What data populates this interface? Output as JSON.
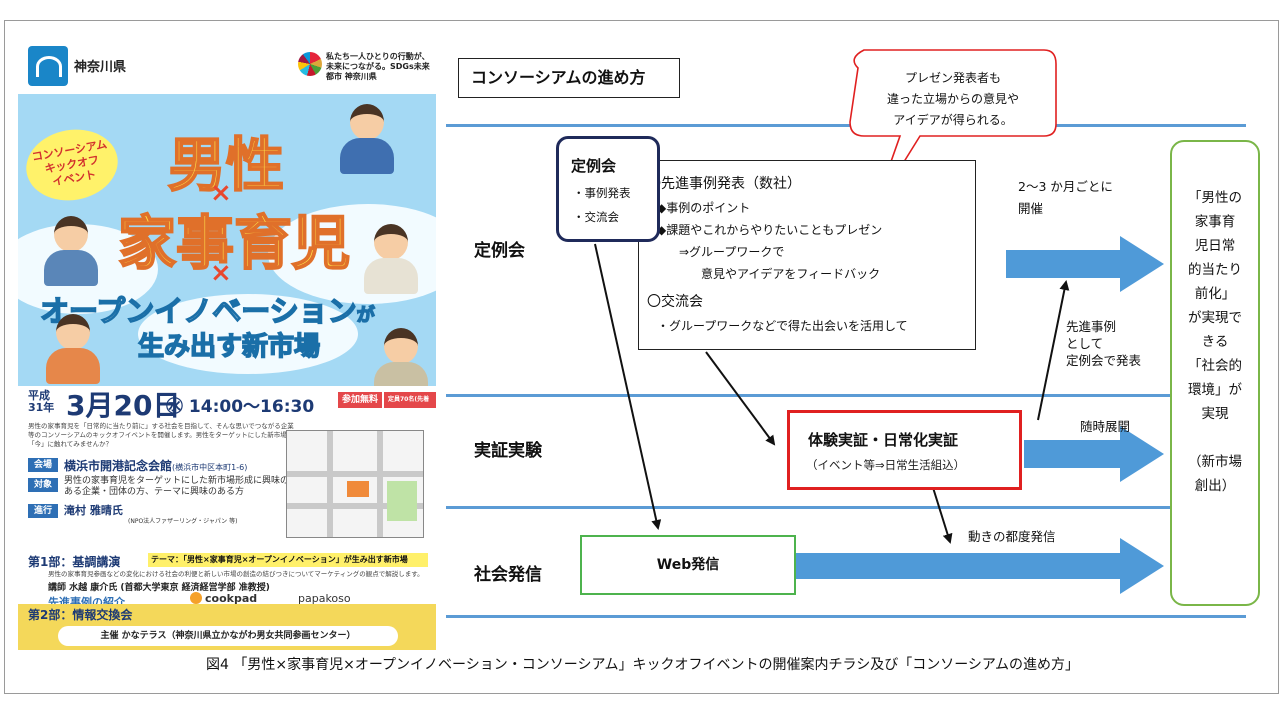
{
  "flyer": {
    "pref_name": "神奈川県",
    "sdgs_text": "私たち一人ひとりの行動が、未来につながる。SDGs未来都市 神奈川県",
    "kickoff": [
      "コンソーシアム",
      "キックオフ",
      "イベント"
    ],
    "title_line1": "男性",
    "title_times": "×",
    "title_line2": "家事育児",
    "title_line3a": "オープンイノベーション",
    "title_line3b": "が",
    "title_line4": "生み出す新市場",
    "date_era": "平成 31年",
    "date_main": "3月20日",
    "date_time": "㊌ 14:00〜16:30",
    "badge_free": "参加無料",
    "badge_cap": "定員70名(先着順)",
    "intro": "男性の家事育児を「日常的に当たり前に」する社会を目指して、そんな思いでつながる企業等のコンソーシアムのキックオフイベントを開催します。男性をターゲットにした新市場の「今」に触れてみませんか？",
    "venue_tag": "会場",
    "venue": "横浜市開港記念会館",
    "venue_sub": "(横浜市中区本町1-6)",
    "target_tag": "対象",
    "target": "男性の家事育児をターゲットにした新市場形成に興味のある企業・団体の方、テーマに興味のある方",
    "mc_tag": "進行",
    "mc": "滝村 雅晴氏",
    "mc_sub": "(NPO法人ファザーリング・ジャパン 等)",
    "part1_label": "第1部：基調講演",
    "part1_theme": "テーマ：「男性×家事育児×オープンイノベーション」が生み出す新市場",
    "part1_desc": "男性の家事育児参画などの変化における社会の利便と新しい市場の創造の結びつきについてマーケティングの観点で解説します。",
    "speaker": "講師 水越 康介氏 (首都大学東京 経済経営学部 准教授)",
    "cases_label": "先進事例の紹介",
    "case1": "cookpad",
    "case2": "papakoso",
    "part2_label": "第2部：情報交換会",
    "organizer": "主催 かなテラス（神奈川県立かながわ男女共同参画センター）"
  },
  "diagram": {
    "title": "コンソーシアムの進め方",
    "bubble": [
      "プレゼン発表者も",
      "違った立場からの意見や",
      "アイデアが得られる。"
    ],
    "rows": {
      "teirei": "定例会",
      "jissho": "実証実験",
      "shakai": "社会発信"
    },
    "teirei_box": {
      "title": "定例会",
      "items": [
        "・事例発表",
        "・交流会"
      ]
    },
    "content": {
      "h1": "〇先進事例発表（数社）",
      "b1": "◆事例のポイント",
      "b2": "◆課題やこれからやりたいこともプレゼン",
      "b3": "⇒グループワークで",
      "b4": "意見やアイデアをフィードバック",
      "h2": "〇交流会",
      "b5": "・グループワークなどで得た出会いを活用して"
    },
    "freq": [
      "2〜3 か月ごとに",
      "開催"
    ],
    "case_note": [
      "先進事例",
      "として",
      "定例会で発表"
    ],
    "expand_note": "随時展開",
    "experiment": {
      "title": "体験実証・日常化実証",
      "sub": "（イベント等⇒日常生活組込）"
    },
    "dispatch_note": "動きの都度発信",
    "web": "Web発信",
    "goal": [
      "「男性の",
      "家事育",
      "児日常",
      "的当たり",
      "前化」",
      "が実現で",
      "きる",
      "「社会的",
      "環境」が",
      "実現",
      "",
      "（新市場",
      "創出）"
    ]
  },
  "caption": "図4 「男性×家事育児×オープンイノベーション・コンソーシアム」キックオフイベントの開催案内チラシ及び「コンソーシアムの進め方」",
  "colors": {
    "rule_blue": "#5b9bd5",
    "arrow_blue": "#4f9ad8",
    "red": "#e02020",
    "green": "#4db34d",
    "goal_green": "#7ab648",
    "navy": "#1f2a5a"
  }
}
